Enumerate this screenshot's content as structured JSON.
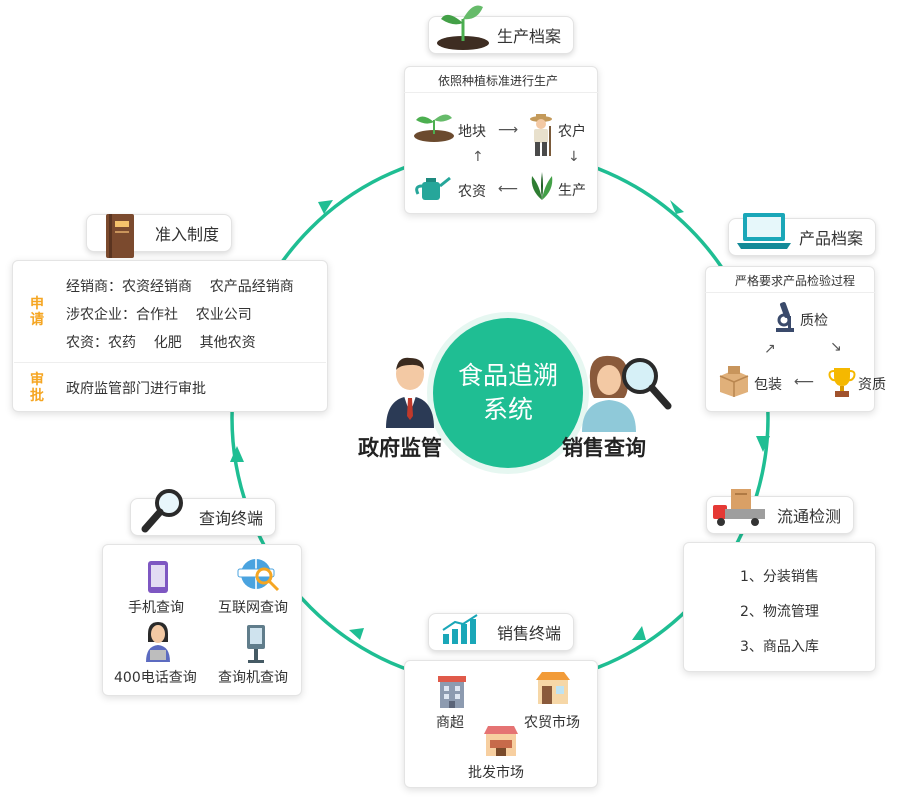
{
  "center": {
    "line1": "食品追溯",
    "line2": "系统"
  },
  "gov_label": "政府监管",
  "sales_query_label": "销售查询",
  "production": {
    "title": "生产档案",
    "subtitle": "依照种植标准进行生产",
    "steps": {
      "field": "地块",
      "farmer": "农户",
      "produce": "生产",
      "inputs": "农资"
    }
  },
  "product": {
    "title": "产品档案",
    "subtitle": "严格要求产品检验过程",
    "steps": {
      "qc": "质检",
      "qualification": "资质",
      "packaging": "包装"
    }
  },
  "logistics": {
    "title": "流通检测",
    "items": [
      "1、分装销售",
      "2、物流管理",
      "3、商品入库"
    ]
  },
  "sales": {
    "title": "销售终端",
    "places": {
      "supermarket": "商超",
      "farm_market": "农贸市场",
      "wholesale": "批发市场"
    }
  },
  "query": {
    "title": "查询终端",
    "methods": {
      "phone": "手机查询",
      "internet": "互联网查询",
      "hotline": "400电话查询",
      "kiosk": "查询机查询"
    }
  },
  "access": {
    "title": "准入制度",
    "apply_label": "申请",
    "review_label": "审批",
    "lines": [
      "经销商：农资经销商    农产品经销商",
      "涉农企业：合作社    农业公司",
      "农资：农药    化肥    其他农资"
    ],
    "review_text": "政府监管部门进行审批"
  },
  "colors": {
    "accent": "#1fbe93",
    "label_orange": "#f5a623"
  }
}
